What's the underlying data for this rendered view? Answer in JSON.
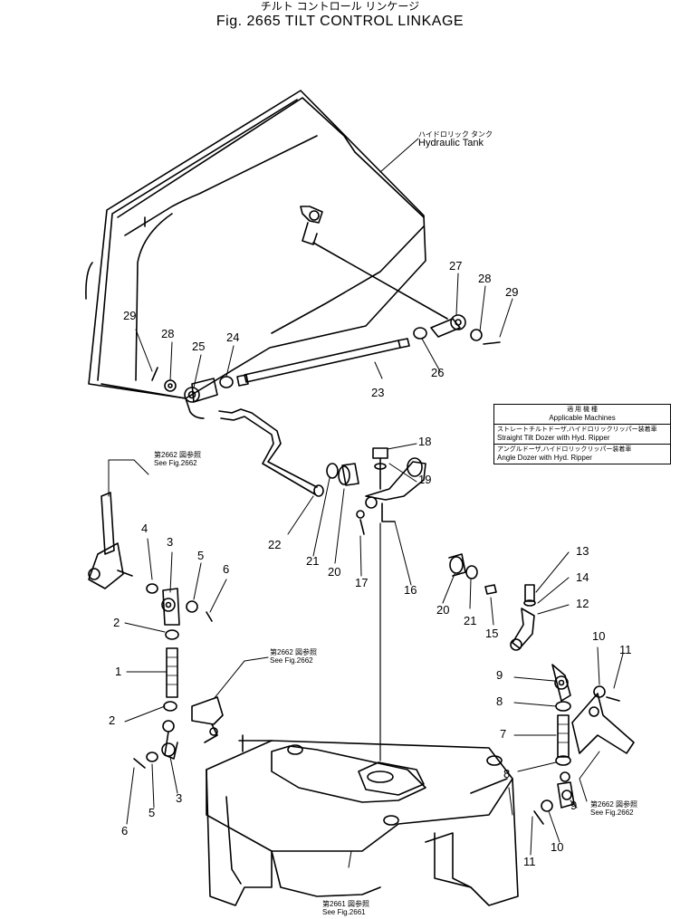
{
  "title": {
    "japanese": "チルト コントロール リンケージ",
    "english": "Fig. 2665 TILT CONTROL LINKAGE"
  },
  "hydraulic_tank": {
    "japanese": "ハイドロリック タンク",
    "english": "Hydraulic Tank"
  },
  "applicable_machines": {
    "header_jp": "適 用 機 種",
    "header_en": "Applicable Machines",
    "rows": [
      {
        "jp": "ストレートチルトドーザ,ハイドロリックリッパー装着車",
        "en": "Straight Tilt Dozer with Hyd. Ripper"
      },
      {
        "jp": "アングルドーザ,ハイドロリックリッパー装着車",
        "en": "Angle Dozer with Hyd. Ripper"
      }
    ]
  },
  "references": [
    {
      "jp": "第2662 図参照",
      "en": "See Fig.2662"
    },
    {
      "jp": "第2662 図参照",
      "en": "See Fig.2662"
    },
    {
      "jp": "第2662 図参照",
      "en": "See Fig.2662"
    },
    {
      "jp": "第2661 図参照",
      "en": "See Fig.2661"
    }
  ],
  "part_numbers": [
    "29",
    "28",
    "25",
    "24",
    "23",
    "26",
    "27",
    "28",
    "29",
    "18",
    "19",
    "22",
    "21",
    "20",
    "17",
    "16",
    "4",
    "3",
    "5",
    "6",
    "2",
    "1",
    "2",
    "5",
    "3",
    "6",
    "13",
    "14",
    "12",
    "15",
    "20",
    "21",
    "10",
    "11",
    "9",
    "8",
    "7",
    "8",
    "9",
    "10",
    "11"
  ]
}
